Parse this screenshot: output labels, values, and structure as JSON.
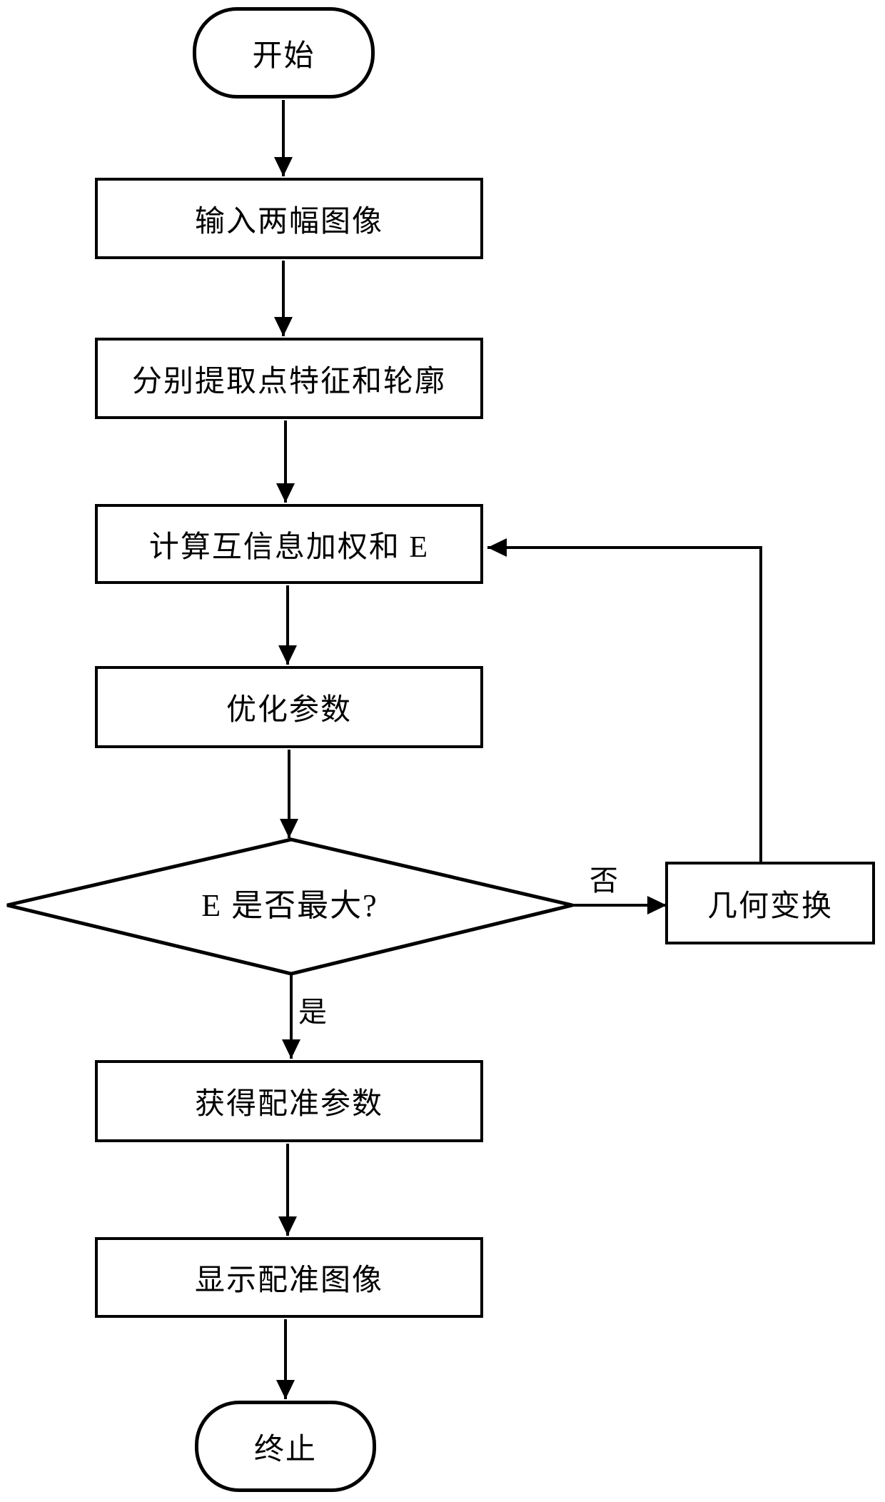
{
  "flowchart": {
    "nodes": [
      {
        "id": "start",
        "type": "terminator",
        "label": "开始"
      },
      {
        "id": "input",
        "type": "process",
        "label": "输入两幅图像"
      },
      {
        "id": "extract",
        "type": "process",
        "label": "分别提取点特征和轮廓"
      },
      {
        "id": "compute",
        "type": "process",
        "label": "计算互信息加权和 E"
      },
      {
        "id": "optimize",
        "type": "process",
        "label": "优化参数"
      },
      {
        "id": "decision",
        "type": "decision",
        "label": "E 是否最大?"
      },
      {
        "id": "transform",
        "type": "process",
        "label": "几何变换"
      },
      {
        "id": "acquire",
        "type": "process",
        "label": "获得配准参数"
      },
      {
        "id": "display",
        "type": "process",
        "label": "显示配准图像"
      },
      {
        "id": "end",
        "type": "terminator",
        "label": "终止"
      }
    ],
    "edge_labels": {
      "yes": "是",
      "no": "否"
    },
    "edges": [
      {
        "from": "start",
        "to": "input"
      },
      {
        "from": "input",
        "to": "extract"
      },
      {
        "from": "extract",
        "to": "compute"
      },
      {
        "from": "compute",
        "to": "optimize"
      },
      {
        "from": "optimize",
        "to": "decision"
      },
      {
        "from": "decision",
        "to": "acquire",
        "label": "是"
      },
      {
        "from": "decision",
        "to": "transform",
        "label": "否"
      },
      {
        "from": "transform",
        "to": "compute"
      },
      {
        "from": "acquire",
        "to": "display"
      },
      {
        "from": "display",
        "to": "end"
      }
    ],
    "colors": {
      "line": "#000000",
      "fill": "#ffffff",
      "text": "#000000"
    }
  }
}
